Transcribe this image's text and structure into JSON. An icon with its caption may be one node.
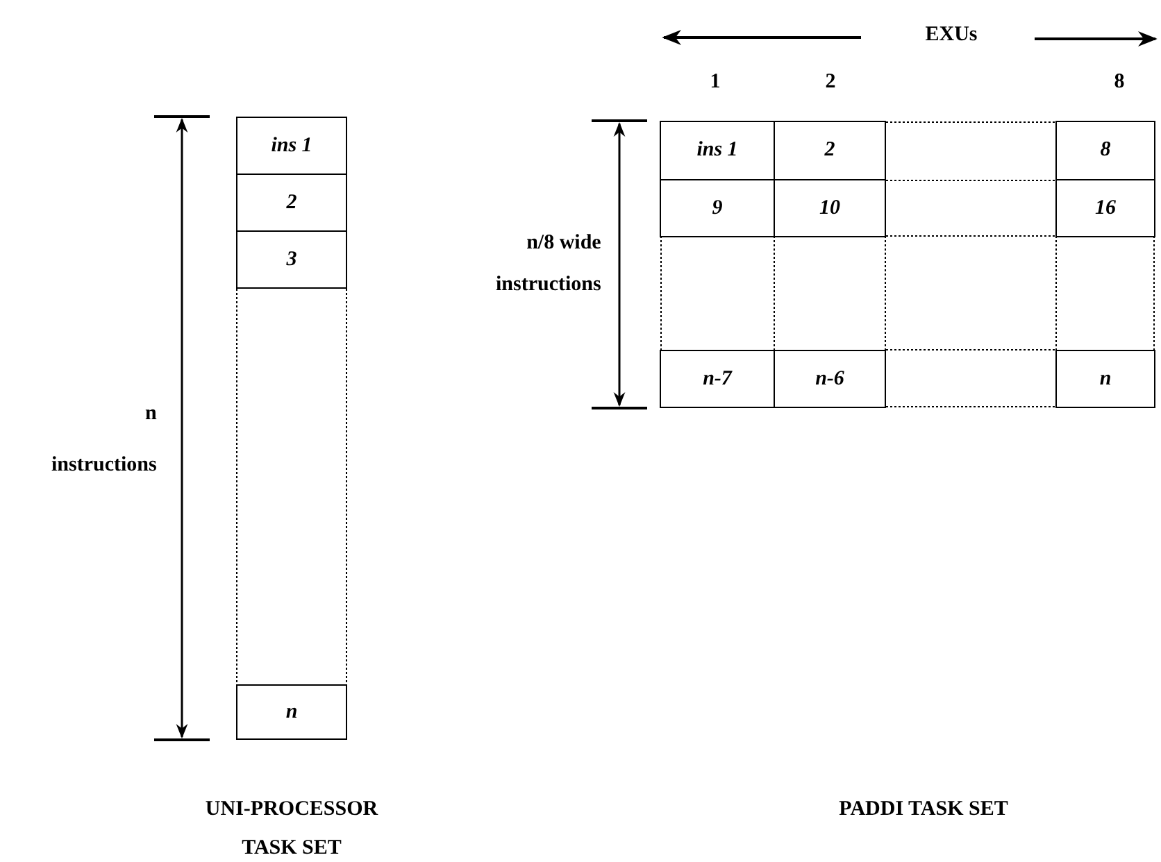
{
  "diagram": {
    "nodes": [
      {
        "text": [
          "ins 1"
        ]
      },
      {
        "text": [
          "2"
        ]
      },
      {
        "text": [
          "3"
        ]
      },
      {
        "text": [
          "n"
        ]
      },
      {
        "text": [
          "ins 1"
        ]
      },
      {
        "text": [
          "2"
        ]
      },
      {
        "text": [
          "8"
        ]
      },
      {
        "text": [
          "9"
        ]
      },
      {
        "text": [
          "10"
        ]
      },
      {
        "text": [
          "16"
        ]
      },
      {
        "text": [
          "n-7"
        ]
      },
      {
        "text": [
          "n-6"
        ]
      },
      {
        "text": [
          "n"
        ]
      }
    ],
    "labels": [
      "EXUs",
      "1",
      "2",
      "8",
      "n/8 wide instructions",
      "n instructions",
      "UNI-PROCESSOR TASK SET",
      "PADDI TASK SET"
    ]
  }
}
